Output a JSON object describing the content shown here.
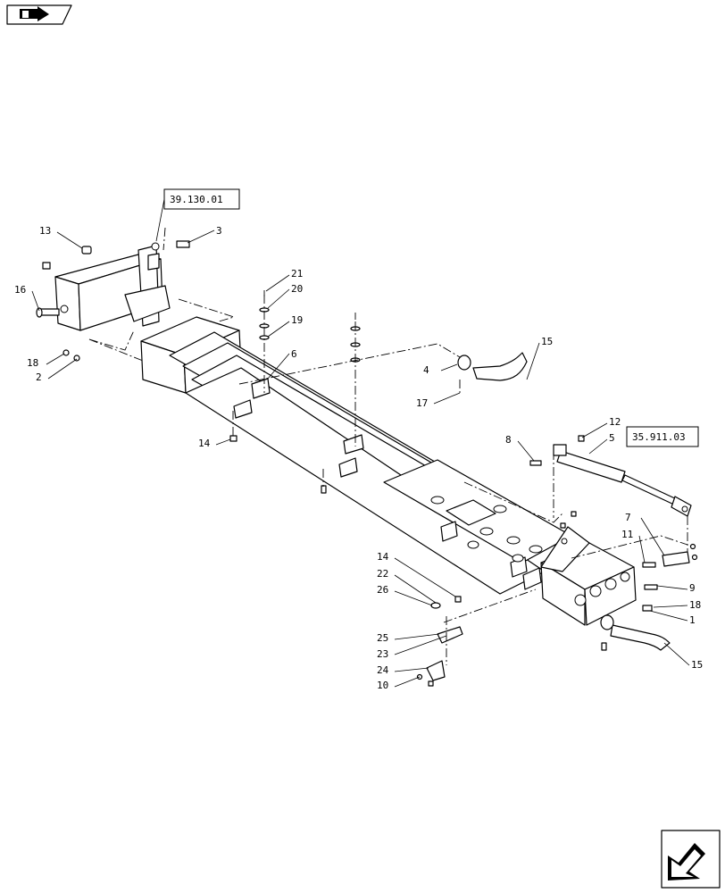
{
  "references": [
    {
      "id": "ref-39-130-01",
      "text": "39.130.01"
    },
    {
      "id": "ref-35-911-03",
      "text": "35.911.03"
    }
  ],
  "callouts": [
    "13",
    "3",
    "21",
    "20",
    "16",
    "19",
    "18",
    "2",
    "6",
    "15",
    "4",
    "17",
    "12",
    "8",
    "5",
    "14",
    "7",
    "11",
    "14",
    "22",
    "26",
    "9",
    "18",
    "1",
    "25",
    "23",
    "24",
    "10",
    "15"
  ],
  "icons": {
    "top_left": "book-arrow-icon",
    "bottom_right": "next-page-arrow-icon"
  }
}
